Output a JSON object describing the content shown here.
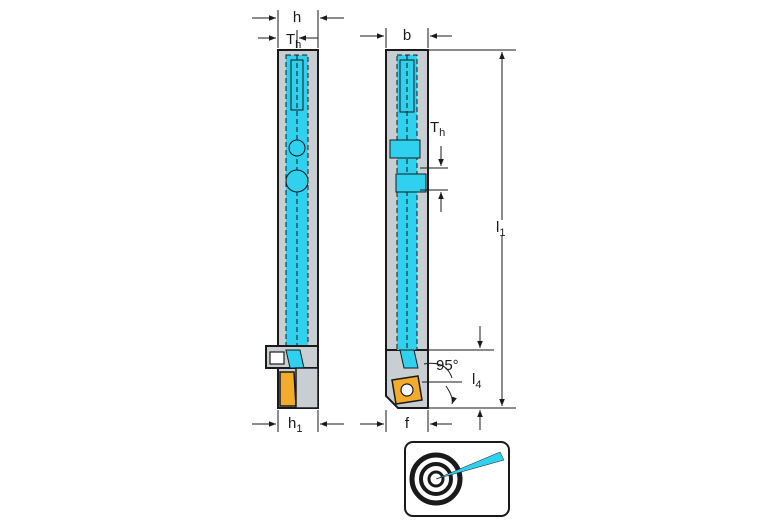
{
  "labels": {
    "h": "h",
    "Th_top": "T",
    "Th_top_sub": "h",
    "b": "b",
    "Th_side": "T",
    "Th_side_sub": "h",
    "l1": "l",
    "l1_sub": "1",
    "h1": "h",
    "h1_sub": "1",
    "f": "f",
    "angle": "95°",
    "l4": "l",
    "l4_sub": "4"
  },
  "colors": {
    "coolant": "#2fd1ef",
    "body": "#c8ced1",
    "insert": "#f2ab2a",
    "line": "#1a1a1a"
  },
  "icons": {
    "coolant_symbol": "internal-coolant-icon"
  }
}
